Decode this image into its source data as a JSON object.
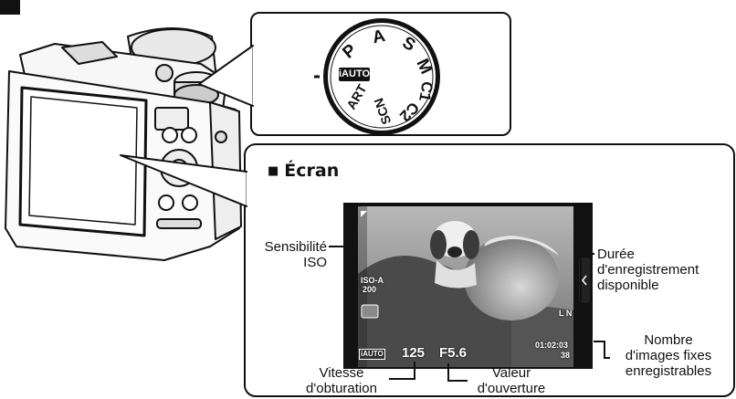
{
  "dial": {
    "modes": [
      "iAUTO",
      "P",
      "A",
      "S",
      "M",
      "C1",
      "C2",
      "SCN",
      "ART"
    ]
  },
  "screen": {
    "heading": "Écran",
    "heading_marker": "■",
    "osd": {
      "shutter": "125",
      "aperture": "F5.6",
      "iso_top": "ISO-A",
      "iso_bottom": "200",
      "record_time": "01:02:03",
      "shots": "38",
      "quality": "L N",
      "mode_badge": "iAUTO"
    }
  },
  "labels": {
    "iso_line1": "Sensibilité",
    "iso_line2": "ISO",
    "duration_line1": "Durée",
    "duration_line2": "d'enregistrement",
    "duration_line3": "disponible",
    "count_line1": "Nombre",
    "count_line2": "d'images fixes",
    "count_line3": "enregistrables",
    "shutter_line1": "Vitesse",
    "shutter_line2": "d'obturation",
    "aperture_line1": "Valeur",
    "aperture_line2": "d'ouverture"
  }
}
